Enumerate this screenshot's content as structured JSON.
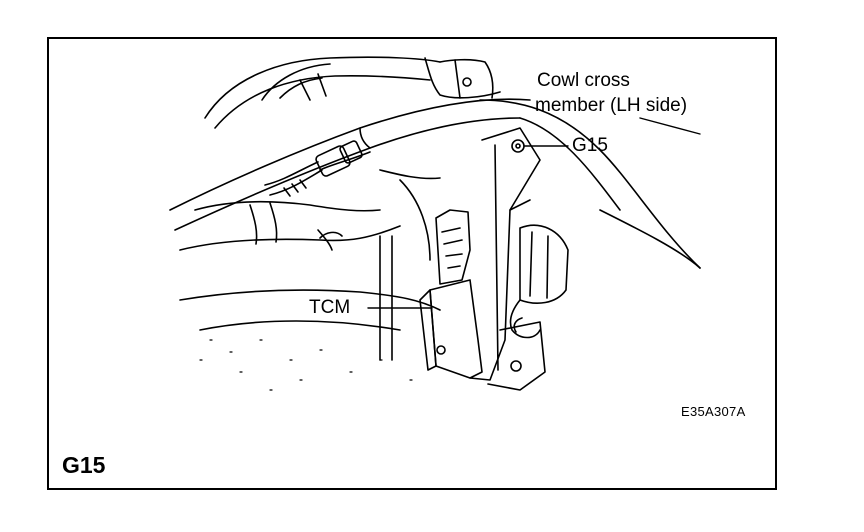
{
  "labels": {
    "cowl_line1": "Cowl cross",
    "cowl_line2": "member (LH side)",
    "g15_callout": "G15",
    "tcm_callout": "TCM",
    "figure_code": "E35A307A",
    "connector_id": "G15"
  }
}
